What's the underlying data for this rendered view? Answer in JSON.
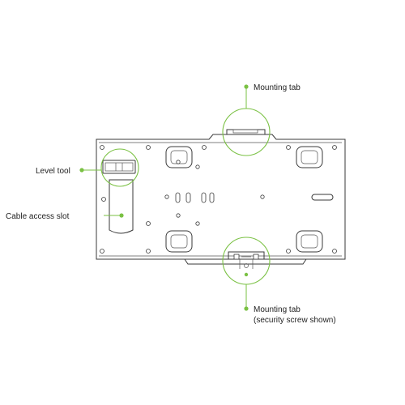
{
  "callouts": {
    "mounting_tab_top": "Mounting tab",
    "level_tool": "Level tool",
    "cable_access_slot": "Cable access slot",
    "mounting_tab_bottom_line1": "Mounting tab",
    "mounting_tab_bottom_line2": "(security screw shown)"
  },
  "colors": {
    "accent": "#7ac143",
    "line": "#3a3a3a",
    "text": "#222222"
  }
}
